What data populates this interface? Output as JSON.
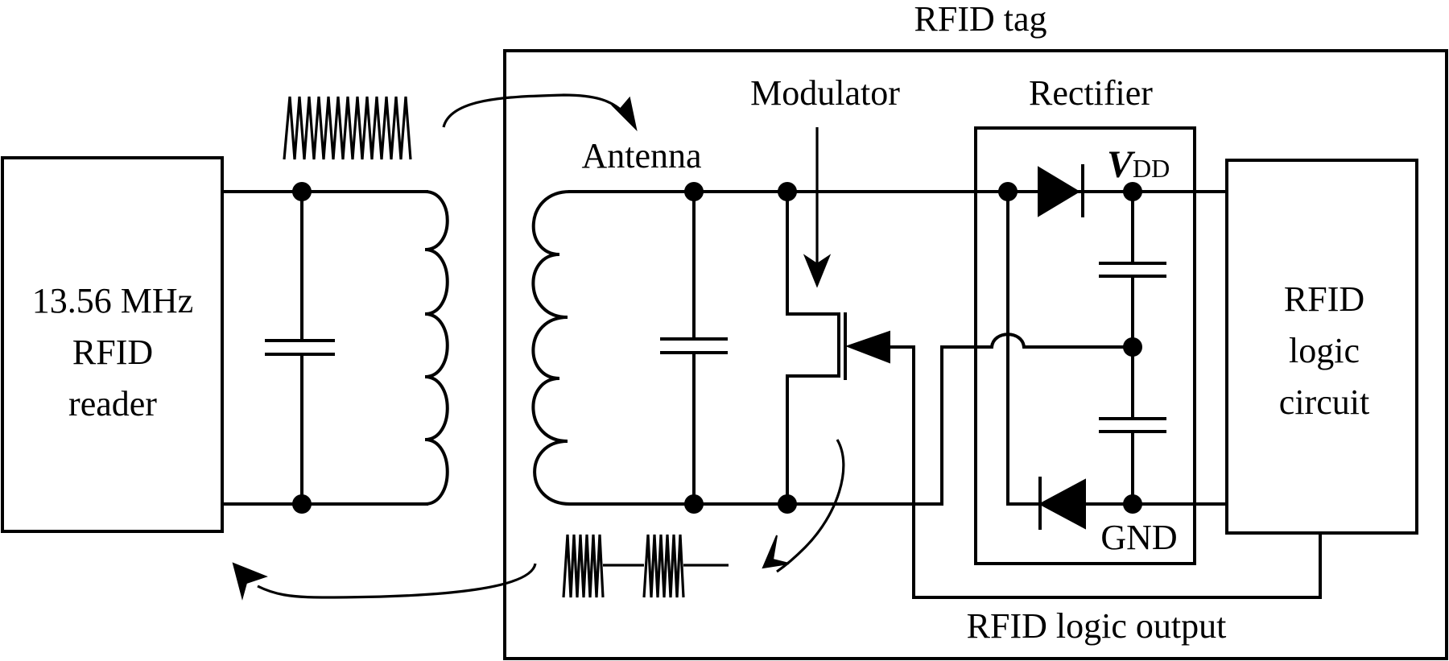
{
  "diagram": {
    "title": "RFID tag",
    "reader": {
      "line1": "13.56 MHz",
      "line2": "RFID",
      "line3": "reader"
    },
    "labels": {
      "antenna": "Antenna",
      "modulator": "Modulator",
      "rectifier": "Rectifier",
      "vdd_main": "V",
      "vdd_sub": "DD",
      "gnd": "GND",
      "logic_output": "RFID logic output"
    },
    "logic": {
      "line1": "RFID",
      "line2": "logic",
      "line3": "circuit"
    },
    "colors": {
      "stroke": "#000000",
      "background": "#ffffff"
    }
  }
}
